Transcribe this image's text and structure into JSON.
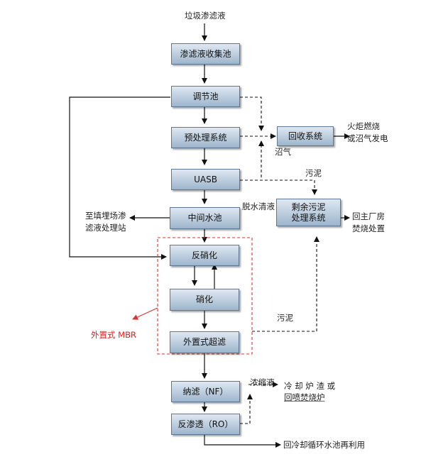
{
  "diagram": {
    "source": "垃圾渗滤液",
    "boxes": {
      "collect": "渗滤液收集池",
      "adjust": "调节池",
      "pretreat": "预处理系统",
      "recovery": "回收系统",
      "uasb": "UASB",
      "middle": "中间水池",
      "sludge": "剩余污泥\n处理系统",
      "denitrify": "反硝化",
      "nitrify": "硝化",
      "uf": "外置式超滤",
      "nf": "纳滤（NF）",
      "ro": "反渗透（RO）"
    },
    "labels": {
      "torch": "火炬燃烧\n或沼气发电",
      "biogas": "沼气",
      "sludge_top": "污泥",
      "dewater": "脱水清液",
      "return_plant": "回主厂房\n焚烧处置",
      "landfill": "至填埋场渗\n滤液处理站",
      "sludge_mid": "污泥",
      "mbr": "外置式 MBR",
      "concentrate": "浓缩液",
      "slag_line1": "冷 却 炉 渣 或",
      "slag_line2": "回喷焚烧炉",
      "reuse": "回冷却循环水池再利用"
    }
  }
}
